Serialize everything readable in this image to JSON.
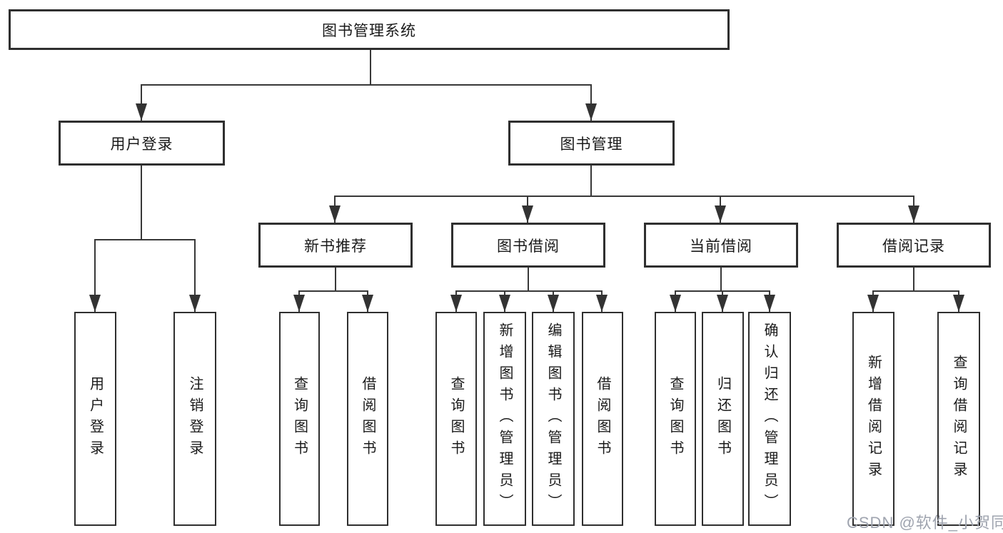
{
  "diagram": {
    "title": "图书管理系统",
    "branches": [
      {
        "label": "用户登录",
        "children": [
          {
            "label": "用户登录"
          },
          {
            "label": "注销登录"
          }
        ]
      },
      {
        "label": "图书管理",
        "children": [
          {
            "label": "新书推荐",
            "children": [
              {
                "label": "查询图书"
              },
              {
                "label": "借阅图书"
              }
            ]
          },
          {
            "label": "图书借阅",
            "children": [
              {
                "label": "查询图书"
              },
              {
                "label": "新增图书（管理员）"
              },
              {
                "label": "编辑图书（管理员）"
              },
              {
                "label": "借阅图书"
              }
            ]
          },
          {
            "label": "当前借阅",
            "children": [
              {
                "label": "查询图书"
              },
              {
                "label": "归还图书"
              },
              {
                "label": "确认归还（管理员）"
              }
            ]
          },
          {
            "label": "借阅记录",
            "children": [
              {
                "label": "新增借阅记录"
              },
              {
                "label": "查询借阅记录"
              }
            ]
          }
        ]
      }
    ]
  },
  "watermark": {
    "text": "CSDN @软件_小贺同学"
  },
  "colors": {
    "line": "#383838",
    "box_border": "#2f2f2f",
    "text": "#1a1a1a",
    "watermark": "#9fa4af",
    "background": "#ffffff"
  }
}
